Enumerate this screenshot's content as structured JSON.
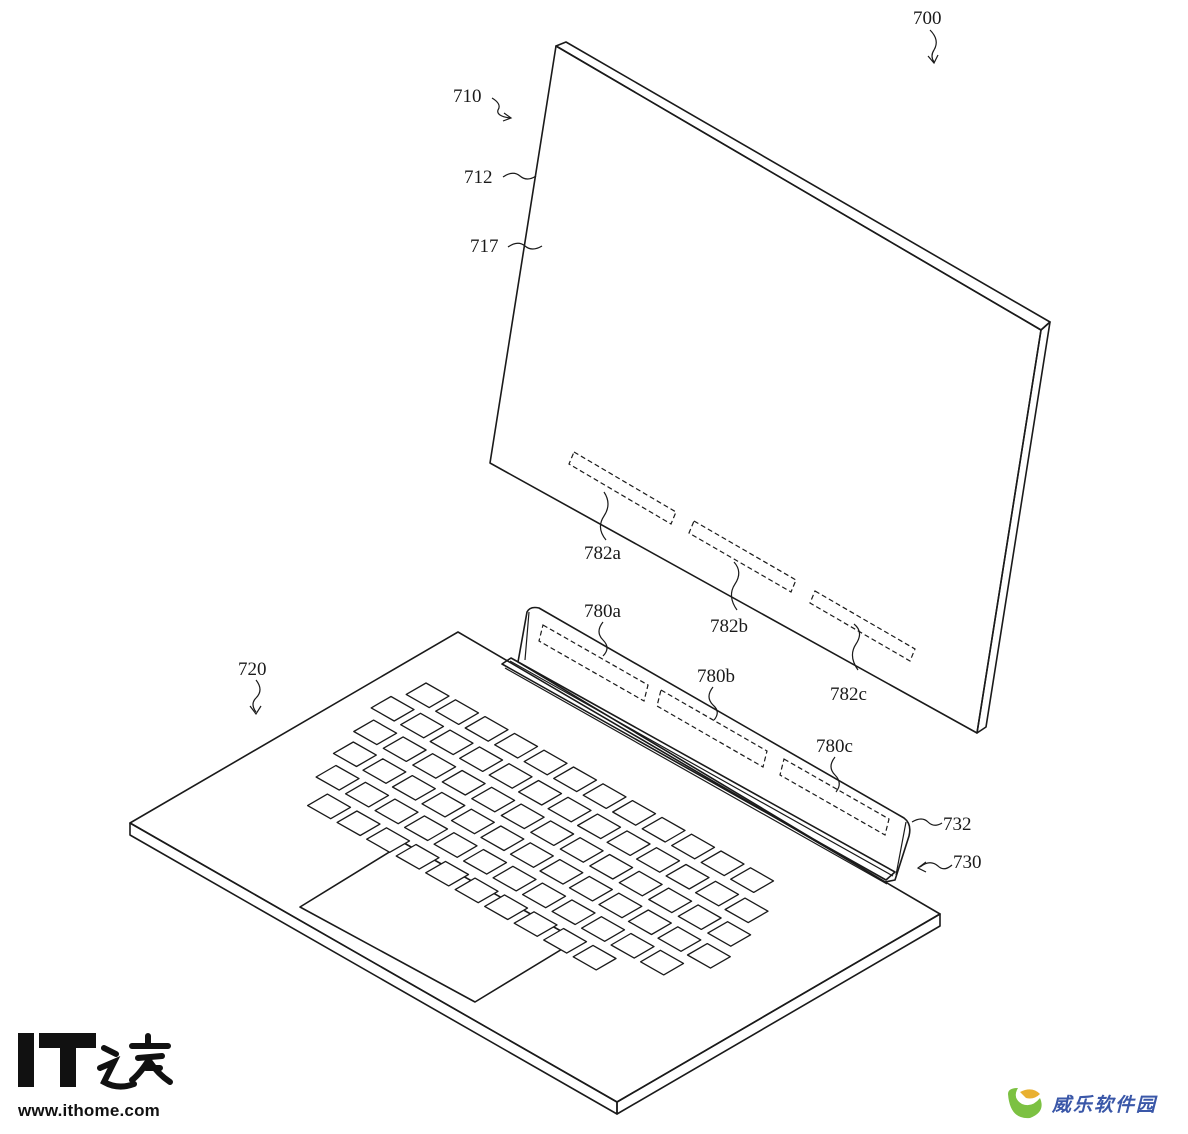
{
  "figure": {
    "refs": {
      "device": "700",
      "display_unit": "710",
      "display_edge": "712",
      "display_surface": "717",
      "base_unit": "720",
      "hinge_assembly": "730",
      "hinge_wall": "732",
      "base_region_a": "780a",
      "base_region_b": "780b",
      "base_region_c": "780c",
      "display_region_a": "782a",
      "display_region_b": "782b",
      "display_region_c": "782c"
    }
  },
  "watermarks": {
    "ithome_logo": "IT之家",
    "ithome_url": "www.ithome.com",
    "site_text": "威乐软件园"
  }
}
